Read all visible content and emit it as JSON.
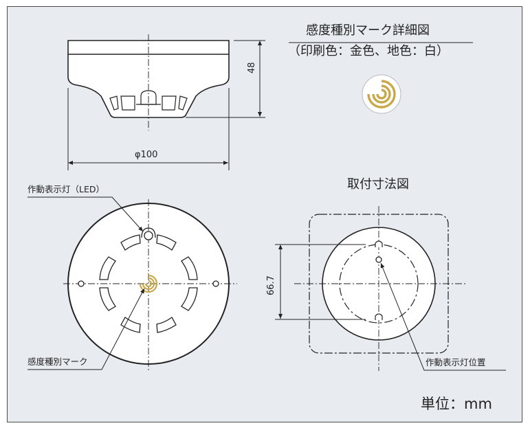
{
  "mark_detail": {
    "title": "感度種別マーク詳細図",
    "subtitle": "（印刷色：金色、地色：白）"
  },
  "side_view": {
    "height_dim": "48",
    "diameter_dim": "φ100"
  },
  "top_view": {
    "led_label": "作動表示灯（LED）",
    "mark_label": "感度種別マーク"
  },
  "mount_view": {
    "title": "取付寸法図",
    "pitch_dim": "66.7",
    "led_pos_label": "作動表示灯位置"
  },
  "unit_label": "単位：mm",
  "colors": {
    "background": "#e8ecf1",
    "line": "#222222",
    "body_fill": "#ffffff",
    "mark_gold": "#c9a84a"
  }
}
